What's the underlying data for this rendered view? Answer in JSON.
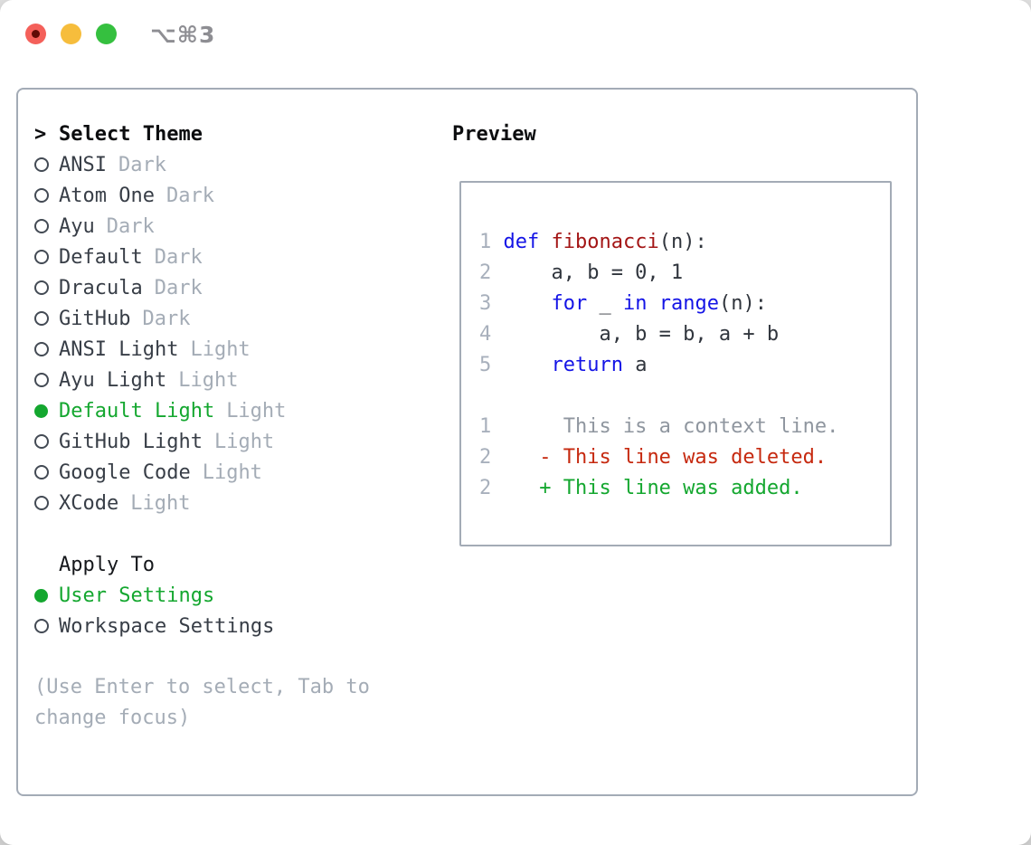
{
  "window": {
    "title": "⌥⌘3",
    "traffic_lights": [
      {
        "name": "close",
        "color": "#f4605a"
      },
      {
        "name": "minimize",
        "color": "#f6bd3c"
      },
      {
        "name": "zoom",
        "color": "#35c03f"
      }
    ]
  },
  "colors": {
    "text_dark": "#383e47",
    "muted_gray": "#a4acb6",
    "selection_green": "#14a72f",
    "deleted_red": "#c6290f",
    "function_red": "#a31515",
    "keyword_blue": "#1414e6",
    "context_gray": "#8f969f",
    "panel_border": "#a3abb6"
  },
  "theme_selector": {
    "header_prefix": ">",
    "header": "Select Theme",
    "items": [
      {
        "name": "ANSI",
        "variant": "Dark",
        "selected": false
      },
      {
        "name": "Atom One",
        "variant": "Dark",
        "selected": false
      },
      {
        "name": "Ayu",
        "variant": "Dark",
        "selected": false
      },
      {
        "name": "Default",
        "variant": "Dark",
        "selected": false
      },
      {
        "name": "Dracula",
        "variant": "Dark",
        "selected": false
      },
      {
        "name": "GitHub",
        "variant": "Dark",
        "selected": false
      },
      {
        "name": "ANSI Light",
        "variant": "Light",
        "selected": false
      },
      {
        "name": "Ayu Light",
        "variant": "Light",
        "selected": false
      },
      {
        "name": "Default Light",
        "variant": "Light",
        "selected": true
      },
      {
        "name": "GitHub Light",
        "variant": "Light",
        "selected": false
      },
      {
        "name": "Google Code",
        "variant": "Light",
        "selected": false
      },
      {
        "name": "XCode",
        "variant": "Light",
        "selected": false
      }
    ],
    "apply_to": {
      "header": "Apply To",
      "options": [
        {
          "name": "User Settings",
          "selected": true
        },
        {
          "name": "Workspace Settings",
          "selected": false
        }
      ]
    },
    "hint": "(Use Enter to select, Tab to change focus)"
  },
  "preview": {
    "title": "Preview",
    "lines": [
      {
        "num": "1",
        "tokens": [
          {
            "text": "def",
            "type": "kw"
          },
          {
            "text": " ",
            "type": "plain"
          },
          {
            "text": "fibonacci",
            "type": "fn"
          },
          {
            "text": "(n):",
            "type": "plain"
          }
        ]
      },
      {
        "num": "2",
        "tokens": [
          {
            "text": "    a, b = 0, 1",
            "type": "plain"
          }
        ]
      },
      {
        "num": "3",
        "tokens": [
          {
            "text": "    ",
            "type": "plain"
          },
          {
            "text": "for",
            "type": "kw"
          },
          {
            "text": " _ ",
            "type": "plain"
          },
          {
            "text": "in",
            "type": "kw"
          },
          {
            "text": " ",
            "type": "plain"
          },
          {
            "text": "range",
            "type": "kw"
          },
          {
            "text": "(n):",
            "type": "plain"
          }
        ]
      },
      {
        "num": "4",
        "tokens": [
          {
            "text": "        a, b = b, a + b",
            "type": "plain"
          }
        ]
      },
      {
        "num": "5",
        "tokens": [
          {
            "text": "    ",
            "type": "plain"
          },
          {
            "text": "return",
            "type": "kw"
          },
          {
            "text": " a",
            "type": "plain"
          }
        ]
      },
      {
        "num": "",
        "tokens": []
      },
      {
        "num": "1",
        "tokens": [
          {
            "text": "     This is a context line.",
            "type": "ctx"
          }
        ]
      },
      {
        "num": "2",
        "tokens": [
          {
            "text": "   ",
            "type": "plain"
          },
          {
            "text": "- This line was deleted.",
            "type": "del"
          }
        ]
      },
      {
        "num": "2",
        "tokens": [
          {
            "text": "   ",
            "type": "plain"
          },
          {
            "text": "+ This line was added.",
            "type": "add"
          }
        ]
      }
    ]
  }
}
